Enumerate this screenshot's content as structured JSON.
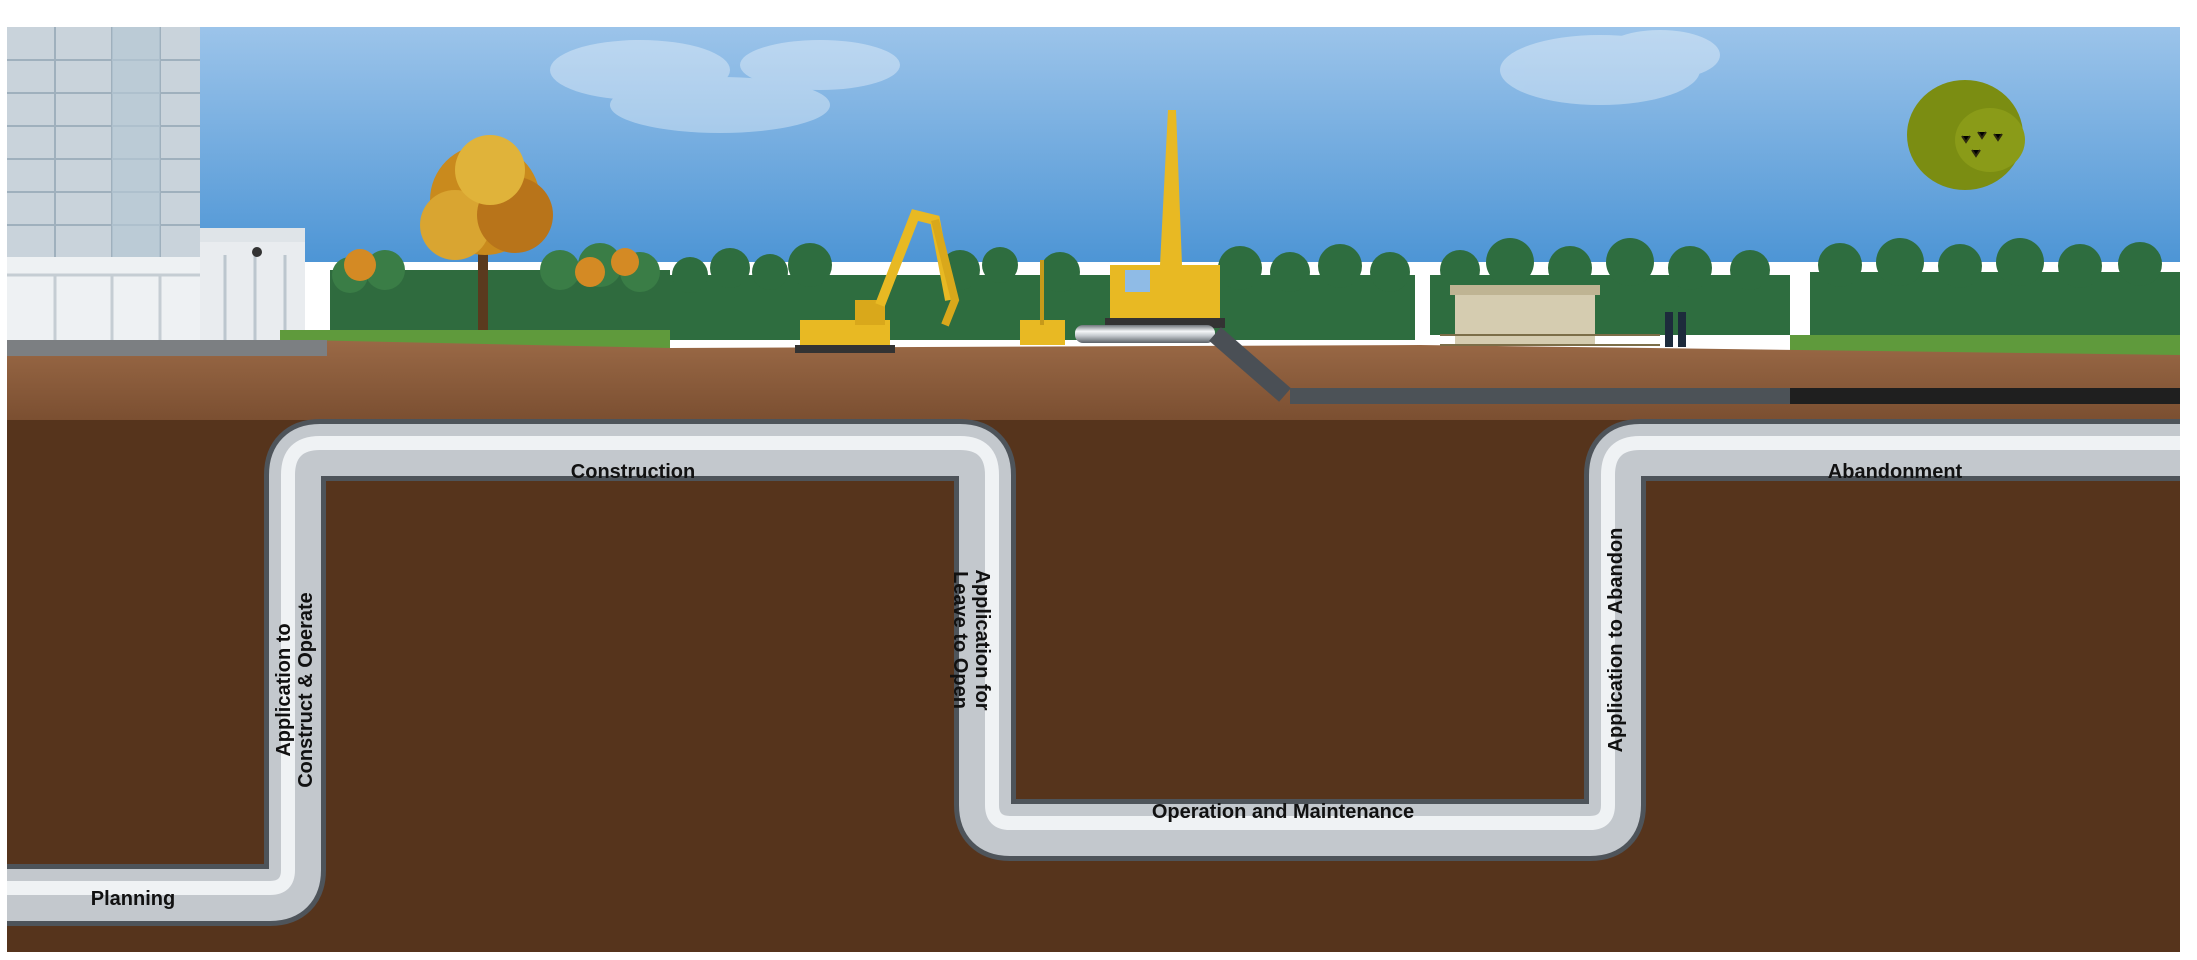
{
  "diagram": {
    "stages": {
      "planning": "Planning",
      "application_construct": [
        "Application to",
        "Construct & Operate"
      ],
      "construction": "Construction",
      "application_leave": [
        "Application for",
        "Leave to Open"
      ],
      "operation": "Operation and Maintenance",
      "application_abandon": "Application to Abandon",
      "abandonment": "Abandonment"
    }
  },
  "colors": {
    "sky_top": "#8fbbe6",
    "sky_bottom": "#4f97d6",
    "soil_deep": "#56341c",
    "soil_surface": "#8a5a3a",
    "grass": "#5f9a3c",
    "pipe": "#9aa0a6",
    "machinery": "#e8b923"
  }
}
